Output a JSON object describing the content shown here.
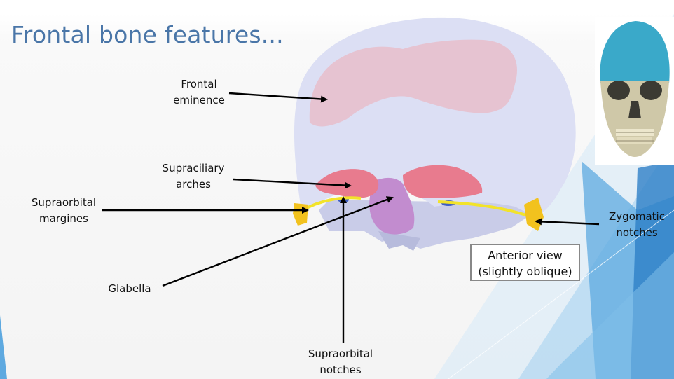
{
  "title": "Frontal bone features...",
  "labels": {
    "frontal_eminence": "Frontal\neminence",
    "supraciliary_arches": "Supraciliary\narches",
    "supraorbital_margines": "Supraorbital\nmargines",
    "glabella": "Glabella",
    "supraorbital_notches": "Supraorbital\nnotches",
    "zygomatic_notches": "Zygomatic\nnotches"
  },
  "view_box": {
    "text": "Anterior view\n(slightly oblique)"
  },
  "colors": {
    "title": "#4a76a8",
    "bone": "#dcdff4",
    "eminence": "#e6c3d1",
    "arches": "#e87b8e",
    "glabella": "#c28ccf",
    "margin": "#f2e32a",
    "zygomatic": "#f2c21e",
    "notch": "#3f5fc4",
    "thumb_frontal": "#3aa9c9",
    "deco_blue": "#2e7fc7"
  }
}
